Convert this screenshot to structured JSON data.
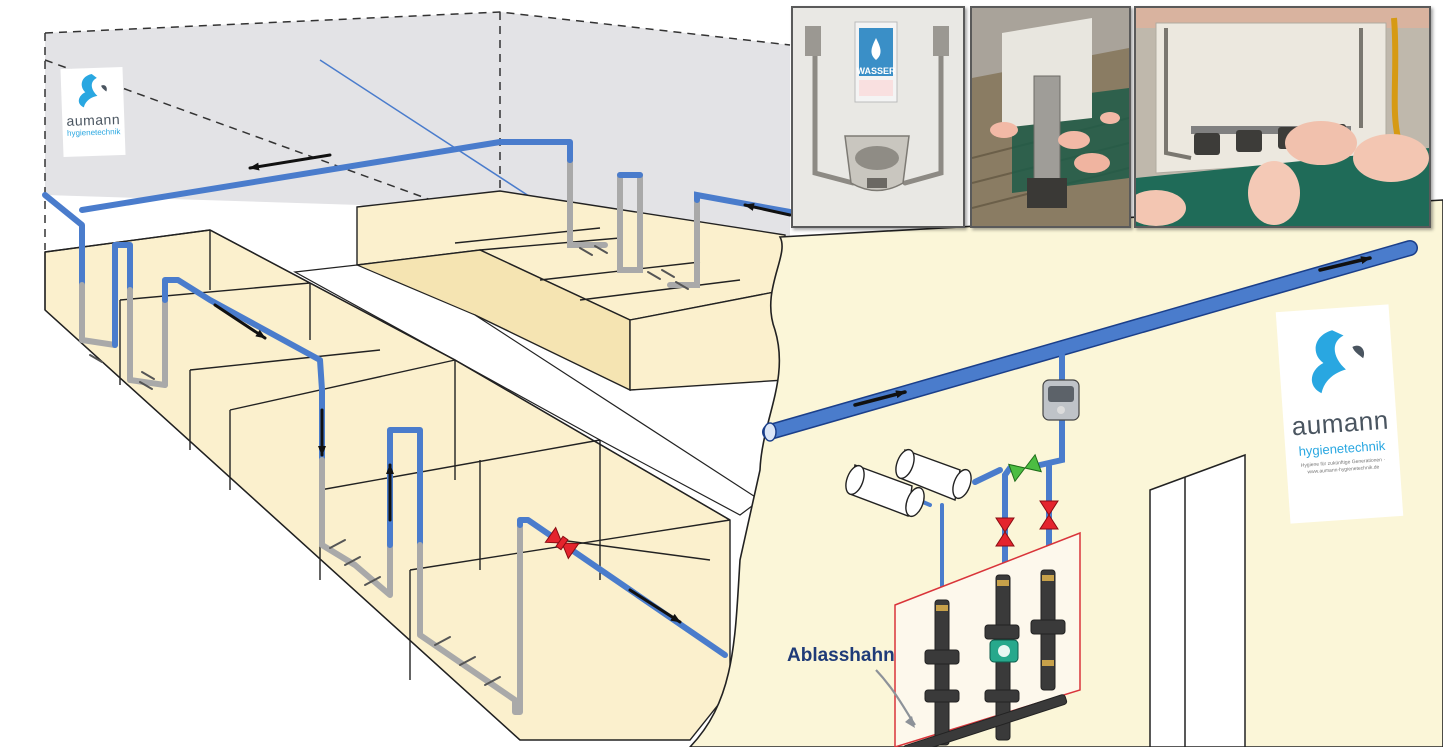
{
  "callout": {
    "drain_valve_label": "Ablasshahn"
  },
  "logo_small": {
    "brand": "aumann",
    "subtitle": "hygienetechnik"
  },
  "logo_large": {
    "brand": "aumann",
    "subtitle": "hygienetechnik",
    "fine_print": "Hygiene für zukünftige Generationen · www.aumann-hygienetechnik.de"
  },
  "photos": {
    "trough_sign_text": "WASSER"
  },
  "colors": {
    "water_pipe": "#4a7ccc",
    "steel_pipe": "#a9a9a9",
    "pen_fill": "#fbf0cd",
    "ceiling_fill": "#e3e3e6",
    "valve_red": "#e4242d",
    "valve_green": "#4cbd42",
    "flow_arrow": "#111111",
    "label_navy": "#1f3b78"
  }
}
